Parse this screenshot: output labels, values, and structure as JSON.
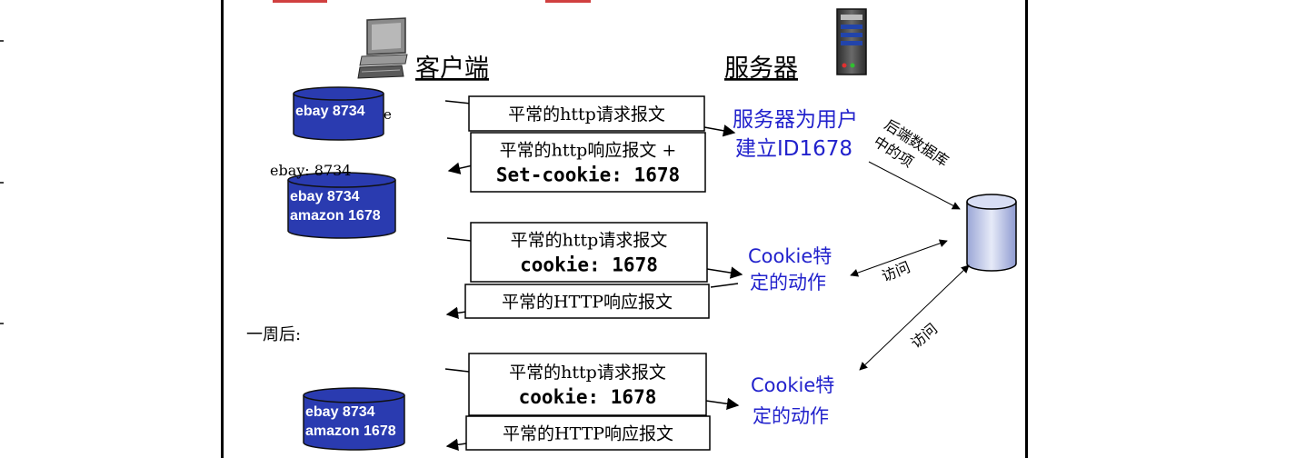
{
  "labels": {
    "client": "客户端",
    "server": "服务器",
    "one_week_later": "一周后:",
    "backend_db_line1": "后端数据库",
    "backend_db_line2": "中的项",
    "access_1": "访问",
    "access_2": "访问",
    "server_creates_line1": "服务器为用户",
    "server_creates_line2": "建立ID1678",
    "cookie_action_1_line1": "Cookie特",
    "cookie_action_1_line2": "定的动作",
    "cookie_action_2_line1": "Cookie特",
    "cookie_action_2_line2": "定的动作",
    "cookie_file_top": "ebay: 8734",
    "cookie_file_top_suffix": "e"
  },
  "cylinders": {
    "c1": [
      "ebay 8734"
    ],
    "c2": [
      "ebay 8734",
      "amazon 1678"
    ],
    "c3": [
      "ebay 8734",
      "amazon 1678"
    ]
  },
  "messages": {
    "m1": [
      "平常的http请求报文"
    ],
    "m2": [
      "平常的http响应报文 +",
      "Set-cookie: 1678"
    ],
    "m3": [
      "平常的http请求报文",
      "cookie: 1678"
    ],
    "m4": [
      "平常的HTTP响应报文"
    ],
    "m5": [
      "平常的http请求报文",
      "cookie: 1678"
    ],
    "m6": [
      "平常的HTTP响应报文"
    ]
  },
  "colors": {
    "cylinder_fill": "#2a3bb0",
    "accent_blue": "#2222cc",
    "db_fill": "#c8d0ec"
  }
}
